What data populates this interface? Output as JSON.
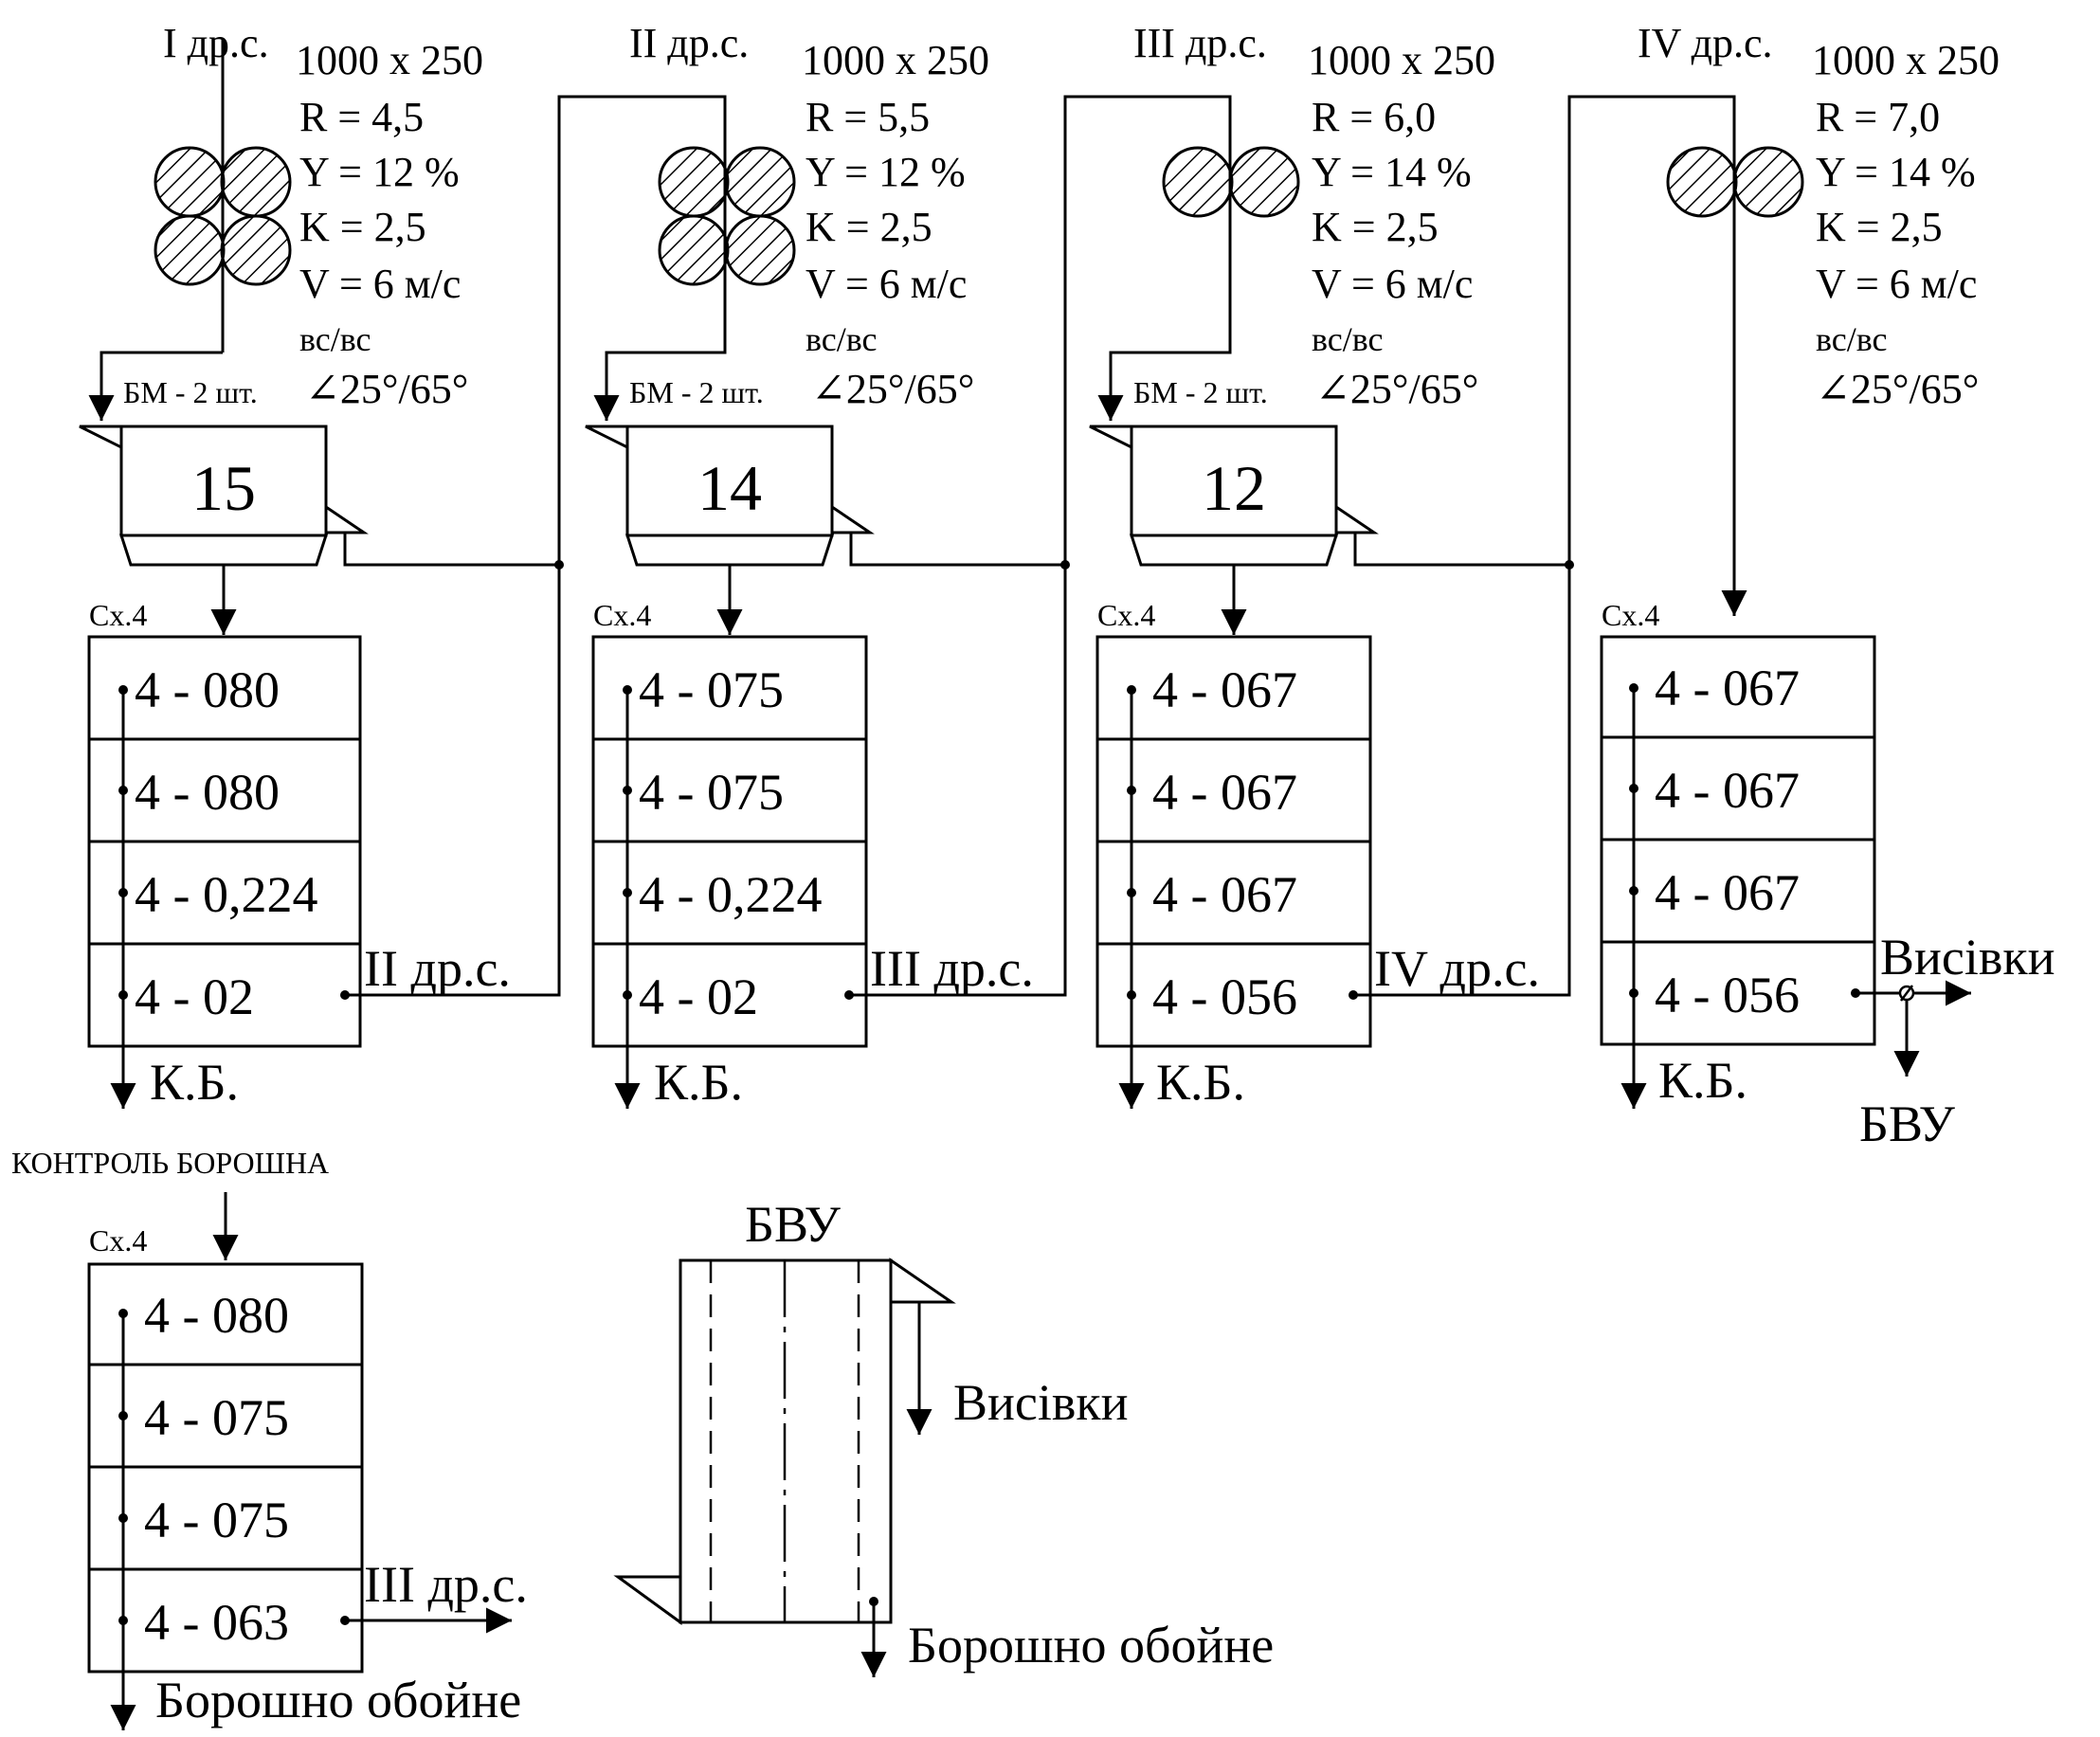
{
  "stages": [
    {
      "name": "I др.с.",
      "params": [
        "1000 х 250",
        "R = 4,5",
        "Y = 12 %",
        "K = 2,5",
        "V = 6 м/с",
        "вс/вс"
      ],
      "bm": "БМ - 2 шт.",
      "angle": "∠25°/65°",
      "machine": "15",
      "sx": "Сх.4",
      "sieves": [
        "4 - 080",
        "4 - 080",
        "4 - 0,224",
        "4 - 02"
      ],
      "out": "II др.с.",
      "kb": "К.Б."
    },
    {
      "name": "II др.с.",
      "params": [
        "1000 х 250",
        "R = 5,5",
        "Y = 12 %",
        "K = 2,5",
        "V = 6 м/с",
        "вс/вс"
      ],
      "bm": "БМ - 2 шт.",
      "angle": "∠25°/65°",
      "machine": "14",
      "sx": "Сх.4",
      "sieves": [
        "4 - 075",
        "4 - 075",
        "4 - 0,224",
        "4 - 02"
      ],
      "out": "III др.с.",
      "kb": "К.Б."
    },
    {
      "name": "III др.с.",
      "params": [
        "1000 х 250",
        "R = 6,0",
        "Y = 14 %",
        "K = 2,5",
        "V = 6 м/с",
        "вс/вс"
      ],
      "bm": "БМ - 2 шт.",
      "angle": "∠25°/65°",
      "machine": "12",
      "sx": "Сх.4",
      "sieves": [
        "4 - 067",
        "4 - 067",
        "4 - 067",
        "4 - 056"
      ],
      "out": "IV др.с.",
      "kb": "К.Б."
    },
    {
      "name": "IV др.с.",
      "params": [
        "1000 х 250",
        "R = 7,0",
        "Y = 14 %",
        "K = 2,5",
        "V = 6 м/с",
        "вс/вс"
      ],
      "angle": "∠25°/65°",
      "sx": "Сх.4",
      "sieves": [
        "4 - 067",
        "4 - 067",
        "4 - 067",
        "4 - 056"
      ],
      "out": "Висівки",
      "out2": "БВУ",
      "kb": "К.Б."
    }
  ],
  "control": {
    "title": "КОНТРОЛЬ БОРОШНА",
    "sx": "Сх.4",
    "sieves": [
      "4 - 080",
      "4 - 075",
      "4 - 075",
      "4 - 063"
    ],
    "out": "III др.с.",
    "product": "Борошно обойне"
  },
  "bvu": {
    "title": "БВУ",
    "out_top": "Висівки",
    "out_bottom": "Борошно обойне"
  }
}
